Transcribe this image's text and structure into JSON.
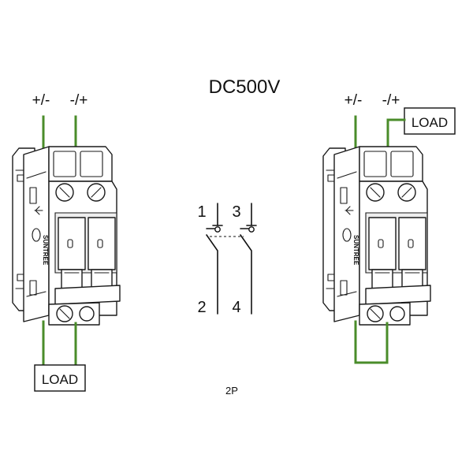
{
  "diagram": {
    "title": "DC500V",
    "footer": "2P",
    "wire_color": "#4a8c2a",
    "left_breaker": {
      "polarity_left": "+/-",
      "polarity_right": "-/+",
      "load_label": "LOAD",
      "brand_text": "SUNTREE"
    },
    "right_breaker": {
      "polarity_left": "+/-",
      "polarity_right": "-/+",
      "load_label": "LOAD",
      "brand_text": "SUNTREE"
    },
    "symbol": {
      "pole1_top": "1",
      "pole1_bottom": "2",
      "pole2_top": "3",
      "pole2_bottom": "4"
    }
  }
}
